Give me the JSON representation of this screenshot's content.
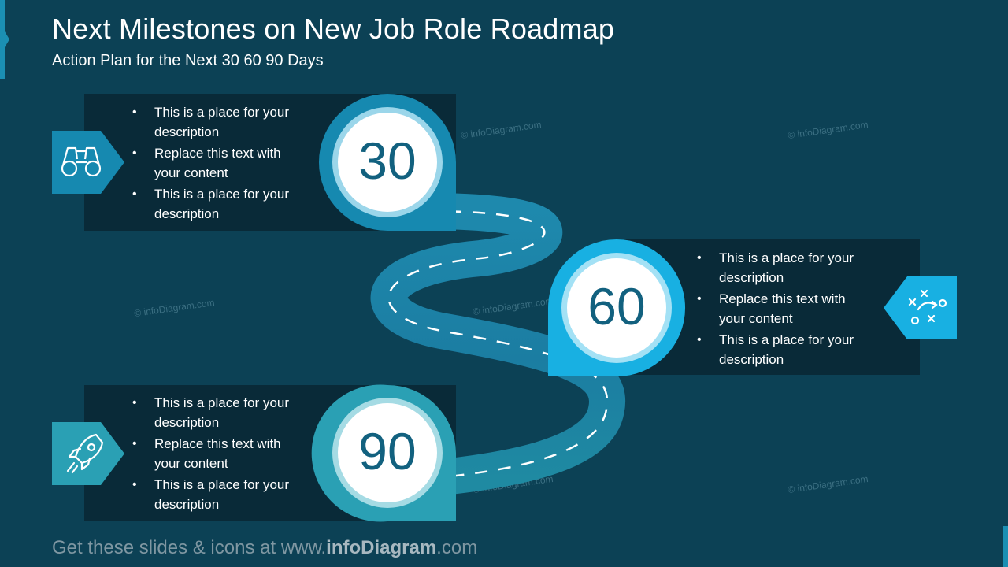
{
  "header": {
    "title": "Next Milestones on New Job Role Roadmap",
    "subtitle": "Action Plan for the Next 30 60 90 Days"
  },
  "watermark": "© infoDiagram.com",
  "colors": {
    "background": "#0c4155",
    "panel": "#092a38",
    "milestone_30": "#1689b0",
    "milestone_60": "#18b0e2",
    "milestone_90": "#2aa0b4",
    "number_text": "#12617f"
  },
  "milestones": [
    {
      "number": "30",
      "icon": "binoculars-icon",
      "bullets": [
        {
          "line1": "This is a place for your",
          "line2": "description"
        },
        {
          "line1": "Replace this text with",
          "line2": "your content"
        },
        {
          "line1": "This is a place for your",
          "line2": "description"
        }
      ]
    },
    {
      "number": "60",
      "icon": "strategy-play-icon",
      "bullets": [
        {
          "line1": "This is a place for your",
          "line2": "description"
        },
        {
          "line1": "Replace this text with",
          "line2": "your content"
        },
        {
          "line1": "This is a place for your",
          "line2": "description"
        }
      ]
    },
    {
      "number": "90",
      "icon": "rocket-icon",
      "bullets": [
        {
          "line1": "This is a place for your",
          "line2": "description"
        },
        {
          "line1": "Replace this text with",
          "line2": "your content"
        },
        {
          "line1": "This is a place for your",
          "line2": "description"
        }
      ]
    }
  ],
  "footer": {
    "prefix": "Get these slides & icons at www.",
    "brand": "infoDiagram",
    "suffix": ".com"
  }
}
